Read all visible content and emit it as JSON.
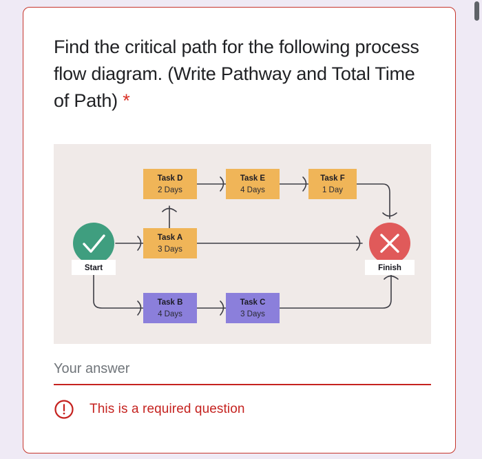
{
  "card": {
    "question": "Find the critical path for the following process flow diagram. (Write Pathway and Total Time of Path)",
    "required_marker": "*"
  },
  "answer": {
    "placeholder": "Your answer",
    "value": ""
  },
  "error": {
    "icon": "exclamation-circle-icon",
    "message": "This is a required question"
  },
  "scrollbar": {
    "orientation": "vertical"
  },
  "diagram": {
    "type": "process-flow",
    "background_color": "#f0eae8",
    "colors": {
      "orange_node": "#f0b558",
      "purple_node": "#8b7fdb",
      "start_circle": "#3f9e7f",
      "finish_circle": "#e05a5a",
      "arrow": "#3c3c44",
      "label_box": "#ffffff"
    },
    "terminals": [
      {
        "id": "start",
        "label": "Start",
        "icon": "check-icon",
        "shape": "circle",
        "color": "#3f9e7f"
      },
      {
        "id": "finish",
        "label": "Finish",
        "icon": "close-icon",
        "shape": "circle",
        "color": "#e05a5a"
      }
    ],
    "tasks": [
      {
        "id": "taskD",
        "name": "Task D",
        "duration": "2 Days",
        "color": "#f0b558",
        "row": "top"
      },
      {
        "id": "taskE",
        "name": "Task E",
        "duration": "4 Days",
        "color": "#f0b558",
        "row": "top"
      },
      {
        "id": "taskF",
        "name": "Task F",
        "duration": "1 Day",
        "color": "#f0b558",
        "row": "top"
      },
      {
        "id": "taskA",
        "name": "Task A",
        "duration": "3 Days",
        "color": "#f0b558",
        "row": "middle"
      },
      {
        "id": "taskB",
        "name": "Task B",
        "duration": "4 Days",
        "color": "#8b7fdb",
        "row": "bottom"
      },
      {
        "id": "taskC",
        "name": "Task C",
        "duration": "3 Days",
        "color": "#8b7fdb",
        "row": "bottom"
      }
    ],
    "edges": [
      {
        "from": "start",
        "to": "taskA"
      },
      {
        "from": "start",
        "to": "taskB"
      },
      {
        "from": "taskA",
        "to": "taskD"
      },
      {
        "from": "taskA",
        "to": "finish"
      },
      {
        "from": "taskD",
        "to": "taskE"
      },
      {
        "from": "taskE",
        "to": "taskF"
      },
      {
        "from": "taskF",
        "to": "finish"
      },
      {
        "from": "taskB",
        "to": "taskC"
      },
      {
        "from": "taskC",
        "to": "finish"
      }
    ]
  }
}
